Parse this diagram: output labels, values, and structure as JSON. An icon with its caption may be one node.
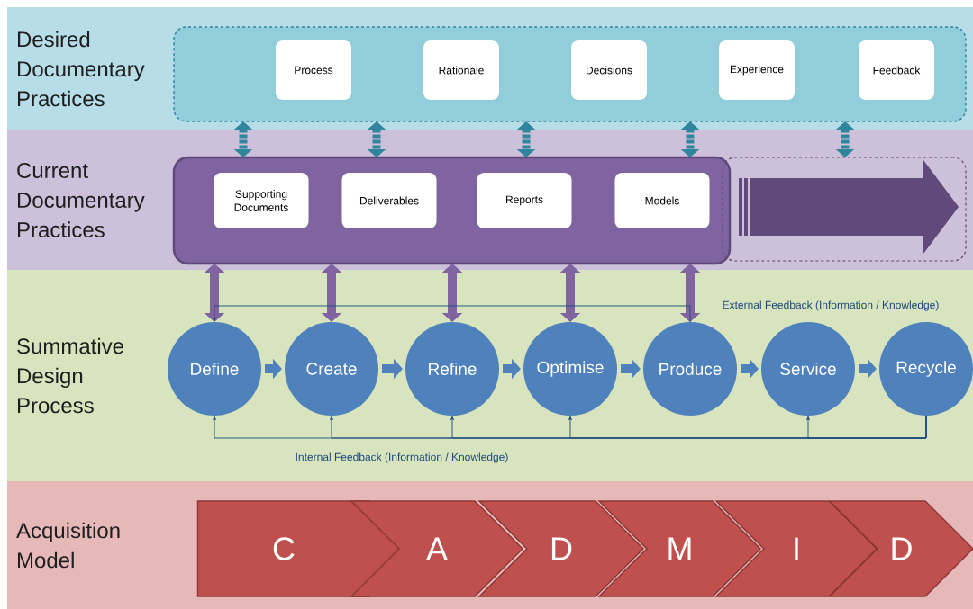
{
  "diagram": {
    "nodes": [
      {
        "text": [
          "Desired Documentary Practices"
        ]
      },
      {
        "text": [],
        "shape": "box",
        "in": 0
      },
      {
        "text": [
          "Process"
        ],
        "in": 1
      },
      {
        "text": [
          "Rationale"
        ],
        "in": 1
      },
      {
        "text": [
          "Decisions"
        ],
        "in": 1
      },
      {
        "text": [
          "Experience"
        ],
        "in": 1
      },
      {
        "text": [
          "Feedback"
        ],
        "in": 1
      },
      {
        "text": [
          "Current Documentary Practices"
        ]
      },
      {
        "text": [],
        "shape": "box",
        "in": 7
      },
      {
        "text": [
          "Supporting Documents"
        ],
        "in": 8
      },
      {
        "text": [
          "Deliverables"
        ],
        "in": 8
      },
      {
        "text": [
          "Reports"
        ],
        "in": 8
      },
      {
        "text": [
          "Models"
        ],
        "in": 8
      },
      {
        "text": [],
        "shape": "box",
        "in": 7
      },
      {
        "text": [
          "Summative Design Process"
        ]
      },
      {
        "text": [
          "Define"
        ],
        "in": 14
      },
      {
        "text": [
          "Create"
        ],
        "in": 14
      },
      {
        "text": [
          "Refine"
        ],
        "in": 14
      },
      {
        "text": [
          "Optimise"
        ],
        "in": 14
      },
      {
        "text": [
          "Produce"
        ],
        "in": 14
      },
      {
        "text": [
          "Service"
        ],
        "in": 14
      },
      {
        "text": [
          "Recycle"
        ],
        "in": 14
      },
      {
        "text": [
          "Acquisition Model"
        ]
      },
      {
        "text": [
          "C"
        ],
        "in": 22
      },
      {
        "text": [
          "A"
        ],
        "in": 22
      },
      {
        "text": [
          "D"
        ],
        "in": 22
      },
      {
        "text": [
          "M"
        ],
        "in": 22
      },
      {
        "text": [
          "I"
        ],
        "in": 22
      },
      {
        "text": [
          "D"
        ],
        "in": 22
      }
    ],
    "edges": [
      {
        "from": 1,
        "to": 8,
        "arrow": "both",
        "style": "dashed",
        "color": "#31859c"
      },
      {
        "from": 1,
        "to": 8,
        "arrow": "both",
        "style": "dashed",
        "color": "#31859c"
      },
      {
        "from": 1,
        "to": 8,
        "arrow": "both",
        "style": "dashed",
        "color": "#31859c"
      },
      {
        "from": 1,
        "to": 8,
        "arrow": "both",
        "style": "dashed",
        "color": "#31859c"
      },
      {
        "from": 1,
        "to": 13,
        "arrow": "both",
        "style": "dashed",
        "color": "#31859c"
      },
      {
        "from": 8,
        "to": 15,
        "arrow": "both",
        "color": "#8064a2"
      },
      {
        "from": 8,
        "to": 16,
        "arrow": "both",
        "color": "#8064a2"
      },
      {
        "from": 8,
        "to": 17,
        "arrow": "both",
        "color": "#8064a2"
      },
      {
        "from": 8,
        "to": 18,
        "arrow": "both",
        "color": "#8064a2"
      },
      {
        "from": 8,
        "to": 19,
        "arrow": "both",
        "color": "#8064a2"
      },
      {
        "from": 15,
        "to": 16,
        "arrow": "to",
        "color": "#4f81bd"
      },
      {
        "from": 16,
        "to": 17,
        "arrow": "to",
        "color": "#4f81bd"
      },
      {
        "from": 17,
        "to": 18,
        "arrow": "to",
        "color": "#4f81bd"
      },
      {
        "from": 18,
        "to": 19,
        "arrow": "to",
        "color": "#4f81bd"
      },
      {
        "from": 19,
        "to": 20,
        "arrow": "to",
        "color": "#4f81bd"
      },
      {
        "from": 20,
        "to": 21,
        "arrow": "to",
        "color": "#4f81bd"
      },
      {
        "from": 19,
        "to": 15,
        "arrow": "to",
        "label": "External Feedback (Information / Knowledge)"
      },
      {
        "from": 21,
        "to": 15,
        "arrow": "to",
        "label": "Internal Feedback (Information / Knowledge)"
      },
      {
        "from": 21,
        "to": 16,
        "arrow": "to"
      },
      {
        "from": 21,
        "to": 17,
        "arrow": "to"
      },
      {
        "from": 21,
        "to": 18,
        "arrow": "to"
      },
      {
        "from": 21,
        "to": 20,
        "arrow": "to"
      }
    ]
  }
}
